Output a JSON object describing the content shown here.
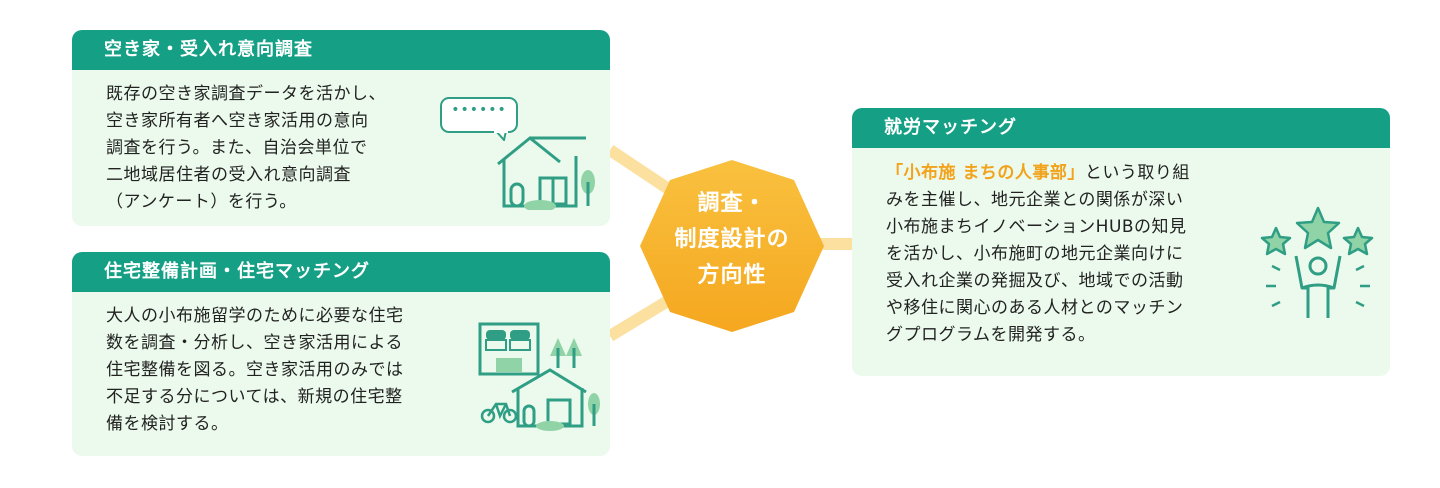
{
  "hub": {
    "lines": [
      "調査・",
      "制度設計の",
      "方向性"
    ]
  },
  "cards": [
    {
      "title": "空き家・受入れ意向調査",
      "body": "既存の空き家調査データを活かし、\n空き家所有者へ空き家活用の意向\n調査を行う。また、自治会単位で\n二地域居住者の受入れ意向調査\n（アンケート）を行う。"
    },
    {
      "title": "住宅整備計画・住宅マッチング",
      "body": "大人の小布施留学のために必要な住宅\n数を調査・分析し、空き家活用による\n住宅整備を図る。空き家活用のみでは\n不足する分については、新規の住宅整\n備を検討する。"
    },
    {
      "title": "就労マッチング",
      "highlight": "「小布施 まちの人事部」",
      "body": "という取り組\nみを主催し、地元企業との関係が深い\n小布施まちイノベーションHUBの知見\nを活かし、小布施町の地元企業向けに\n受入れ企業の発掘及び、地域での活動\nや移住に関心のある人材とのマッチン\nグプログラムを開発する。"
    }
  ],
  "bubble": {
    "text": "••••••"
  },
  "icons": [
    "house-icon",
    "tree-icon",
    "speech-bubble-icon",
    "shop-icon",
    "bicycle-icon",
    "stars-icon",
    "person-cheering-icon"
  ],
  "colors": {
    "header": "#15a085",
    "card_bg": "#ebfaec",
    "hub_fill": "#f8b62d",
    "connector": "#fbe0a0",
    "highlight": "#f2a21b",
    "icon": "#2f9e84"
  }
}
